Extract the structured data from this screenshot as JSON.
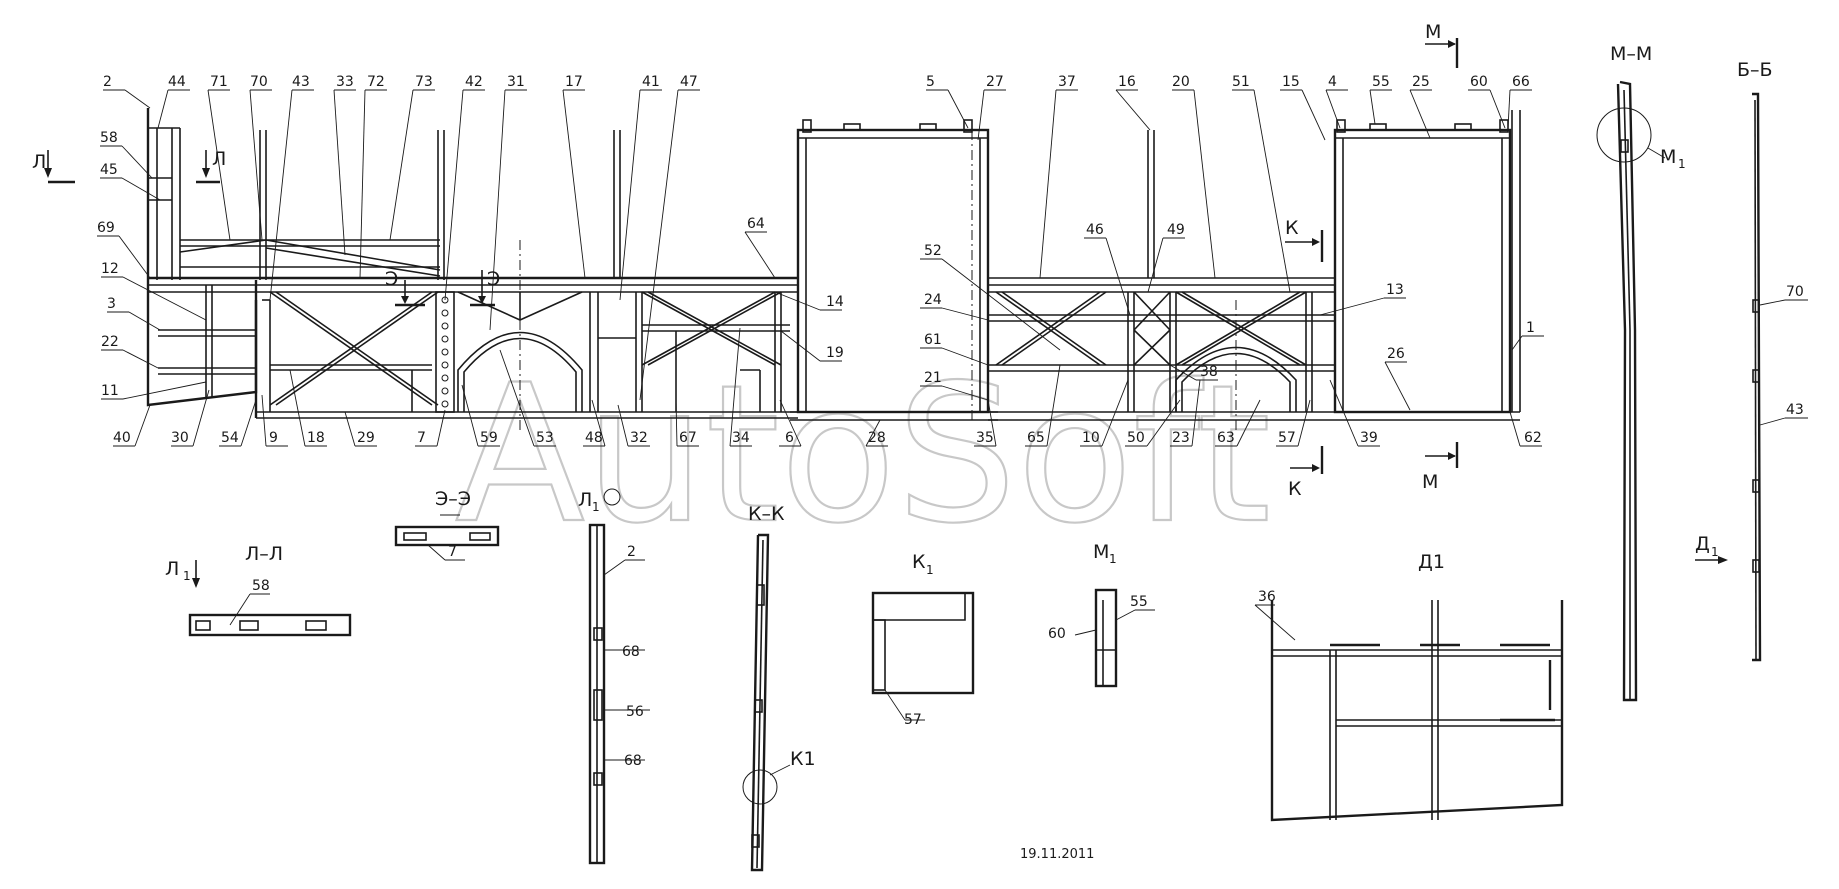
{
  "watermark": "AutoSoft",
  "date": "19.11.2011",
  "callouts_top": [
    "2",
    "44",
    "71",
    "70",
    "43",
    "33",
    "72",
    "73",
    "42",
    "31",
    "17",
    "41",
    "47",
    "5",
    "27",
    "37",
    "16",
    "20",
    "51",
    "15",
    "4",
    "55",
    "25",
    "60",
    "66"
  ],
  "callouts_left": [
    "58",
    "45",
    "69",
    "12",
    "3",
    "22",
    "11"
  ],
  "callouts_bottom": [
    "40",
    "30",
    "54",
    "9",
    "18",
    "29",
    "7",
    "59",
    "53",
    "48",
    "32",
    "67",
    "34",
    "6",
    "28",
    "35",
    "65",
    "10",
    "50",
    "23",
    "63",
    "57",
    "39",
    "62"
  ],
  "callouts_mid": [
    "64",
    "14",
    "19",
    "52",
    "24",
    "61",
    "21",
    "46",
    "49",
    "13",
    "38",
    "26",
    "1"
  ],
  "views": {
    "m_m": "М–М",
    "b_b": "Б–Б",
    "e_e": "Э–Э",
    "l_l": "Л–Л",
    "k_k": "К–К",
    "k1": "К",
    "m1": "М",
    "d1": "Д1",
    "l1": "Л",
    "d1_arrow": "Д"
  },
  "view_subscripts": {
    "k1": "1",
    "m1": "1",
    "l1": "1",
    "l1_arrow": "1",
    "d1_arrow": "1",
    "m1_ref": "1"
  },
  "section_marks": {
    "l_left": "Л",
    "l_right": "Л",
    "m_top": "М",
    "m_bottom": "М",
    "k_top": "К",
    "k_bottom": "К",
    "e_left": "Э",
    "e_right": "Э",
    "m1_ref": "М",
    "k1_ref": "К1",
    "l1_ref": "Л",
    "l1_arrow": "Л"
  },
  "detail_callouts": {
    "ee": "7",
    "ll": "58",
    "l1": [
      "2",
      "68",
      "56",
      "68"
    ],
    "k1": "57",
    "m1": [
      "60",
      "55"
    ],
    "d1": "36",
    "bb": [
      "70",
      "43"
    ]
  }
}
